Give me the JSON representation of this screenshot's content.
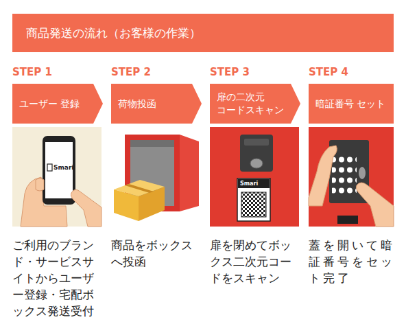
{
  "diagram": {
    "title": "商品発送の流れ（お客様の作業）",
    "nodes": [
      {
        "text": [
          "STEP 1",
          "ユーザー 登録"
        ]
      },
      {
        "text": [
          "STEP 2",
          "荷物投函"
        ]
      },
      {
        "text": [
          "STEP 3",
          "扉の二次元 コードスキャン"
        ]
      },
      {
        "text": [
          "STEP 4",
          "暗証番号 セット"
        ]
      }
    ],
    "labels": [
      "ご利用のブランド・サービスサイトからユーザー登録・宅配ボックス発送受付",
      "商品をボックスへ投函",
      "扉を閉めてボックス二次元コードをスキャン",
      "蓋を開いて暗証番号をセット完了",
      "Smari",
      "Smari"
    ]
  }
}
